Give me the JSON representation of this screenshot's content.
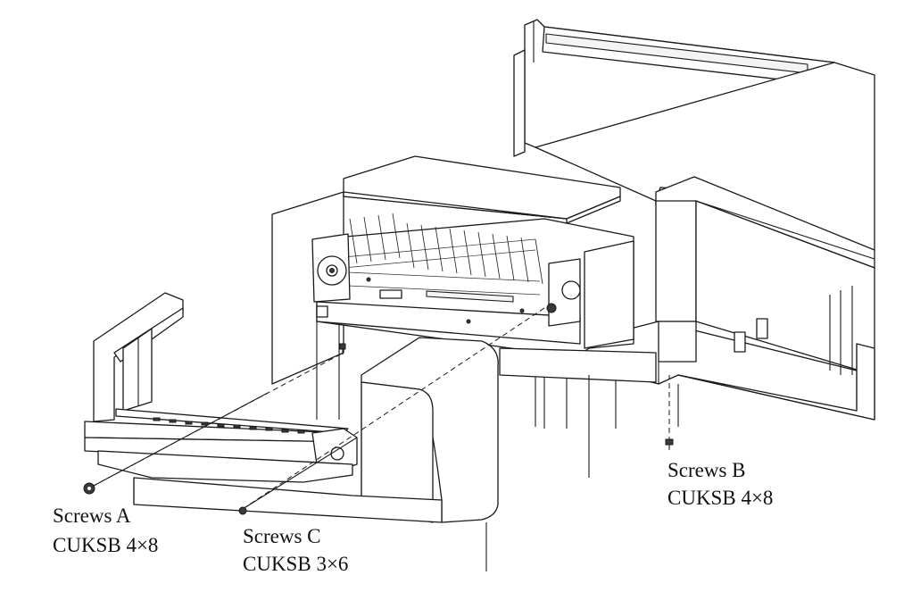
{
  "callouts": {
    "screws_a": {
      "title": "Screws A",
      "spec": "CUKSB 4×8"
    },
    "screws_b": {
      "title": "Screws B",
      "spec": "CUKSB 4×8"
    },
    "screws_c": {
      "title": "Screws C",
      "spec": "CUKSB 3×6"
    }
  }
}
